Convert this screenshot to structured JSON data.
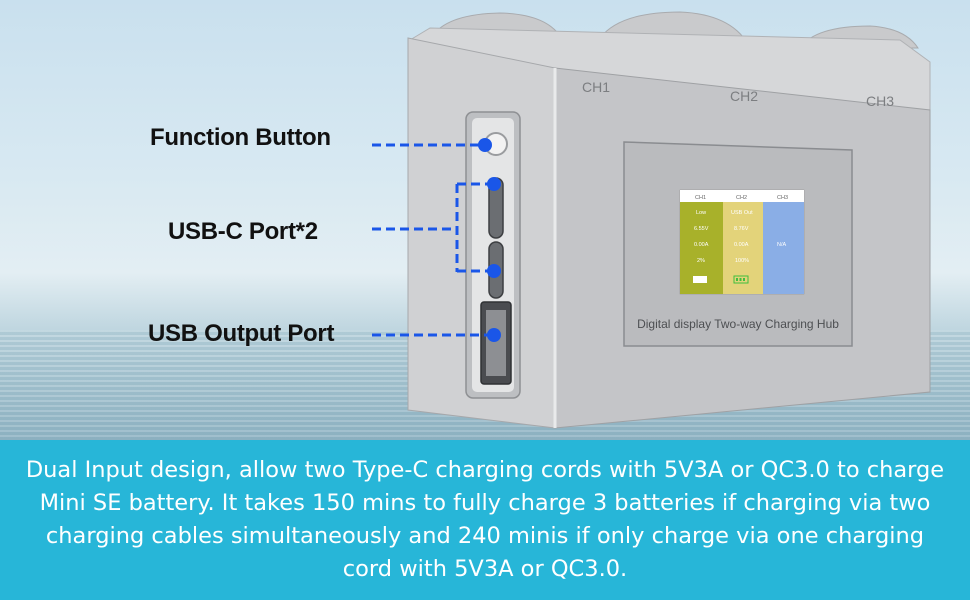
{
  "channels": [
    "CH1",
    "CH2",
    "CH3"
  ],
  "lcd": {
    "headers": [
      "CH1",
      "CH2",
      "CH3"
    ],
    "ch1": [
      "Low",
      "6.55V",
      "0.00A",
      "2%"
    ],
    "ch2": [
      "USB Out",
      "8.76V",
      "0.00A",
      "100%"
    ],
    "ch3": "N/A",
    "caption": "Digital display Two-way Charging Hub"
  },
  "labels": {
    "function_button": "Function Button",
    "usb_c": "USB-C Port*2",
    "usb_output": "USB Output Port"
  },
  "colors": {
    "caption_bg": "#27b6d8",
    "callout": "#1a56e8",
    "ch1_panel": "#a8b12a",
    "ch2_panel": "#e3d37a",
    "ch3_panel": "#8aaee6"
  },
  "description": "Dual Input design, allow two Type-C charging cords with 5V3A or QC3.0 to charge Mini SE battery. It takes 150 mins to fully charge 3 batteries if charging via two charging cables simultaneously and 240 minis if only charge via one charging cord with 5V3A or QC3.0."
}
